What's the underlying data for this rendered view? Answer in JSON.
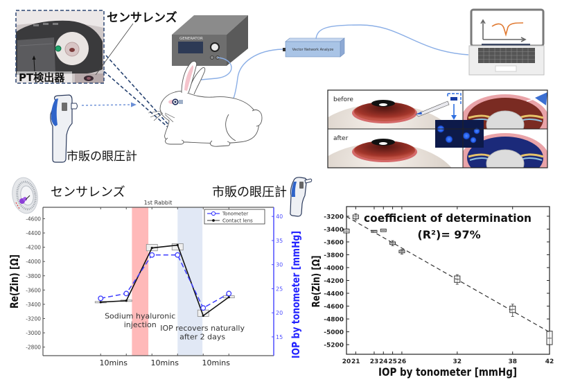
{
  "setup": {
    "sensor_lens_label": "センサレンズ",
    "pt_detector_label": "PT検出器",
    "tonometer_label": "市販の眼圧計",
    "generator_label": "GENERATOR",
    "vna_label": "Vector Network Analyze",
    "eye_panel": {
      "before_label": "before",
      "after_label": "after"
    }
  },
  "results": {
    "sensor_lens_label": "センサレンズ",
    "tonometer_label": "市販の眼圧計"
  },
  "colors": {
    "tonometer_blue": "#3d3dff",
    "contact_lens_black": "#111111",
    "injection_band": "#ffb9b9",
    "recovery_band": "#e1e8f5",
    "right_axis_blue": "#4d4dff",
    "cable_blue": "#8aaee6",
    "laptop_curve": "#e0782f"
  },
  "chart_data": [
    {
      "type": "line",
      "title": "1st Rabbit",
      "x": [
        1,
        2,
        3,
        4,
        5,
        6
      ],
      "xlim": [
        -1.25,
        7.75
      ],
      "xticks": [
        1,
        2,
        3,
        4,
        5,
        6
      ],
      "x_tick_labels": [
        {
          "label": "10mins",
          "at": 1.5
        },
        {
          "label": "10mins",
          "at": 3.5
        },
        {
          "label": "10mins",
          "at": 5.5
        }
      ],
      "xlabel": "",
      "ylabel": "Re(Zin) [Ω]",
      "ylim": [
        -4760,
        -2680
      ],
      "y_reversed": true,
      "yticks": [
        -4600,
        -4400,
        -4200,
        -4000,
        -3800,
        -3600,
        -3400,
        -3200,
        -3000,
        -2800
      ],
      "y2label": "IOP by tonometer [mmHg]",
      "y2lim": [
        11.1,
        41.9
      ],
      "y2ticks": [
        15,
        20,
        25,
        30,
        35,
        40
      ],
      "series": [
        {
          "name": "Tonometer",
          "axis": "right",
          "style": "dashed-open-circle",
          "color": "#3d3dff",
          "values": [
            23,
            24,
            32,
            32,
            21,
            24
          ]
        },
        {
          "name": "Contact lens",
          "axis": "left",
          "style": "solid-dot",
          "color": "#111111",
          "values": [
            -3430,
            -3450,
            -4190,
            -4230,
            -3240,
            -3500
          ],
          "box_ranges": [
            [
              -3440,
              -3420
            ],
            [
              -3460,
              -3440
            ],
            [
              -4240,
              -4150
            ],
            [
              -4250,
              -4160
            ],
            [
              -3320,
              -3230
            ],
            [
              -3520,
              -3490
            ]
          ]
        }
      ],
      "bands": [
        {
          "name": "injection",
          "from": 2.22,
          "to": 2.86,
          "color": "#ffb9b9"
        },
        {
          "name": "recovery",
          "from": 4.0,
          "to": 4.97,
          "color": "#e1e8f5"
        }
      ],
      "annotations": [
        {
          "lines": [
            "Sodium hyaluronic",
            "injection"
          ],
          "x": 2.54,
          "y": -3240
        },
        {
          "lines": [
            "IOP recovers naturally",
            "after 2 days"
          ],
          "x": 4.97,
          "y": -3070
        }
      ],
      "legend": {
        "position": "top-right",
        "entries": [
          "Tonometer",
          "Contact lens"
        ]
      },
      "grid": false
    },
    {
      "type": "scatter",
      "title": "",
      "xlabel": "IOP by tonometer [mmHg]",
      "ylabel": "Re(Zin) [Ω]",
      "xlim": [
        20,
        42
      ],
      "xticks": [
        20,
        21,
        23,
        24,
        25,
        26,
        32,
        38,
        42
      ],
      "ylim": [
        -5350,
        -3050
      ],
      "yticks": [
        -3200,
        -3400,
        -3600,
        -3800,
        -4000,
        -4200,
        -4400,
        -4600,
        -4800,
        -5000,
        -5200
      ],
      "points": [
        {
          "x": 20,
          "y": -3430,
          "box": [
            -3460,
            -3400
          ]
        },
        {
          "x": 21,
          "y": -3210,
          "box": [
            -3240,
            -3180
          ],
          "whisker": [
            -3260,
            -3160
          ]
        },
        {
          "x": 23,
          "y": -3430,
          "box": [
            -3440,
            -3420
          ]
        },
        {
          "x": 24,
          "y": -3420,
          "box": [
            -3440,
            -3400
          ]
        },
        {
          "x": 25,
          "y": -3620,
          "box": [
            -3640,
            -3600
          ],
          "whisker": [
            -3660,
            -3580
          ]
        },
        {
          "x": 26,
          "y": -3750,
          "box": [
            -3770,
            -3730
          ],
          "whisker": [
            -3790,
            -3720
          ]
        },
        {
          "x": 32,
          "y": -4180,
          "box": [
            -4230,
            -4130
          ],
          "whisker": [
            -4260,
            -4110
          ]
        },
        {
          "x": 38,
          "y": -4650,
          "box": [
            -4700,
            -4600
          ],
          "whisker": [
            -4760,
            -4570
          ]
        },
        {
          "x": 42,
          "y": -5100,
          "box": [
            -5200,
            -4990
          ]
        }
      ],
      "fit_line": {
        "style": "dashed",
        "from": [
          20,
          -3205
        ],
        "to": [
          42,
          -5005
        ]
      },
      "annotations": [
        "coefficient of determination",
        "(R²)= 97%"
      ],
      "grid": false
    }
  ]
}
